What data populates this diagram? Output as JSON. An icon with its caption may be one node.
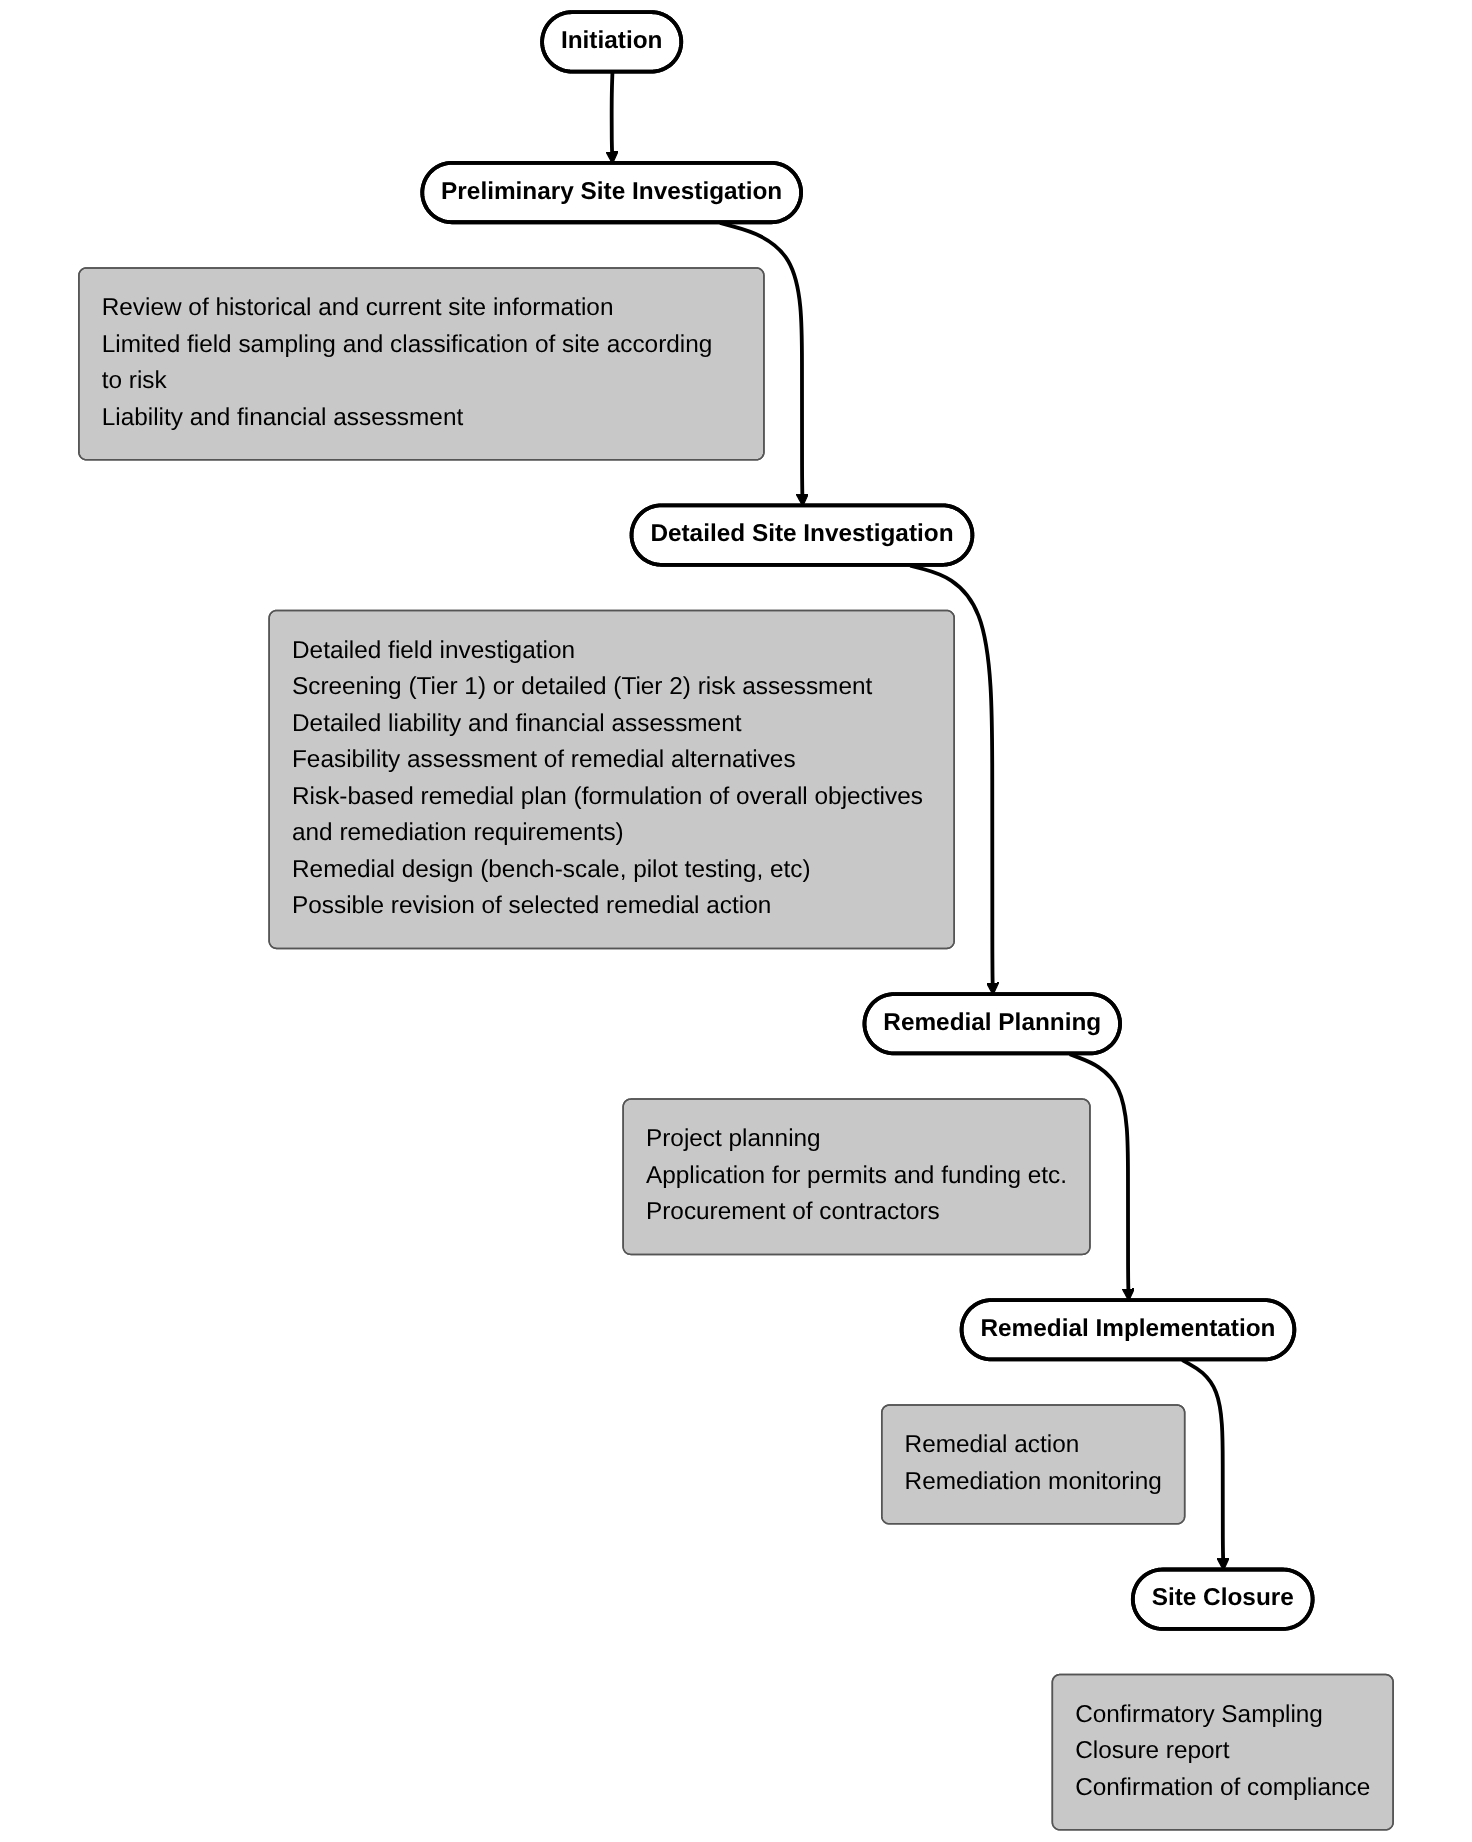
{
  "diagram": {
    "nodes": [
      {
        "text": [
          "Initiation"
        ]
      },
      {
        "text": [
          "Preliminary Site Investigation"
        ]
      },
      {
        "text": [
          "Review of historical and current site information",
          "Limited field sampling and classification of site according to risk",
          "Liability and financial assessment"
        ]
      },
      {
        "text": [
          "Detailed Site Investigation"
        ]
      },
      {
        "text": [
          "Detailed field investigation",
          "Screening (Tier 1) or detailed (Tier 2) risk assessment",
          "Detailed liability and financial assessment",
          "Feasibility assessment of remedial alternatives",
          "Risk-based remedial plan (formulation of overall objectives and remediation requirements)",
          "Remedial design (bench-scale, pilot testing, etc)",
          "Possible revision of selected remedial action"
        ]
      },
      {
        "text": [
          "Remedial Planning"
        ]
      },
      {
        "text": [
          "Project planning",
          "Application for permits and funding etc.",
          "Procurement of contractors"
        ]
      },
      {
        "text": [
          "Remedial Implementation"
        ]
      },
      {
        "text": [
          "Remedial action",
          "Remediation monitoring"
        ]
      },
      {
        "text": [
          "Site Closure"
        ]
      },
      {
        "text": [
          "Confirmatory Sampling",
          "Closure report",
          "Confirmation of compliance"
        ]
      }
    ],
    "edges": [
      {
        "from": 0,
        "to": 1,
        "arrow": "to"
      },
      {
        "from": 1,
        "to": 3,
        "arrow": "to"
      },
      {
        "from": 3,
        "to": 5,
        "arrow": "to"
      },
      {
        "from": 5,
        "to": 7,
        "arrow": "to"
      },
      {
        "from": 7,
        "to": 9,
        "arrow": "to"
      }
    ]
  }
}
